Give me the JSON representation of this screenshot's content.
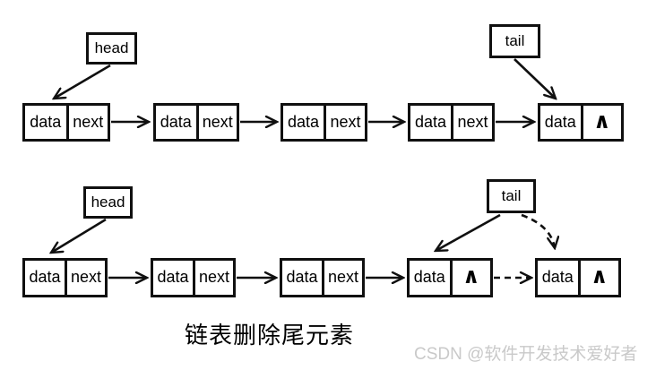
{
  "colors": {
    "background": "#ffffff",
    "stroke": "#101010",
    "text": "#000000",
    "watermark": "#c9c9c9"
  },
  "caption": "链表删除尾元素",
  "watermark": "CSDN @软件开发技术爱好者",
  "diagram": {
    "rows": [
      {
        "head_label": "head",
        "tail_label": "tail",
        "nodes": [
          {
            "cells": [
              "data",
              "next"
            ]
          },
          {
            "cells": [
              "data",
              "next"
            ]
          },
          {
            "cells": [
              "data",
              "next"
            ]
          },
          {
            "cells": [
              "data",
              "next"
            ]
          },
          {
            "cells": [
              "data",
              "∧"
            ]
          }
        ]
      },
      {
        "head_label": "head",
        "tail_label": "tail",
        "nodes": [
          {
            "cells": [
              "data",
              "next"
            ]
          },
          {
            "cells": [
              "data",
              "next"
            ]
          },
          {
            "cells": [
              "data",
              "next"
            ]
          },
          {
            "cells": [
              "data",
              "∧"
            ]
          },
          {
            "cells": [
              "data",
              "∧"
            ]
          }
        ]
      }
    ]
  }
}
